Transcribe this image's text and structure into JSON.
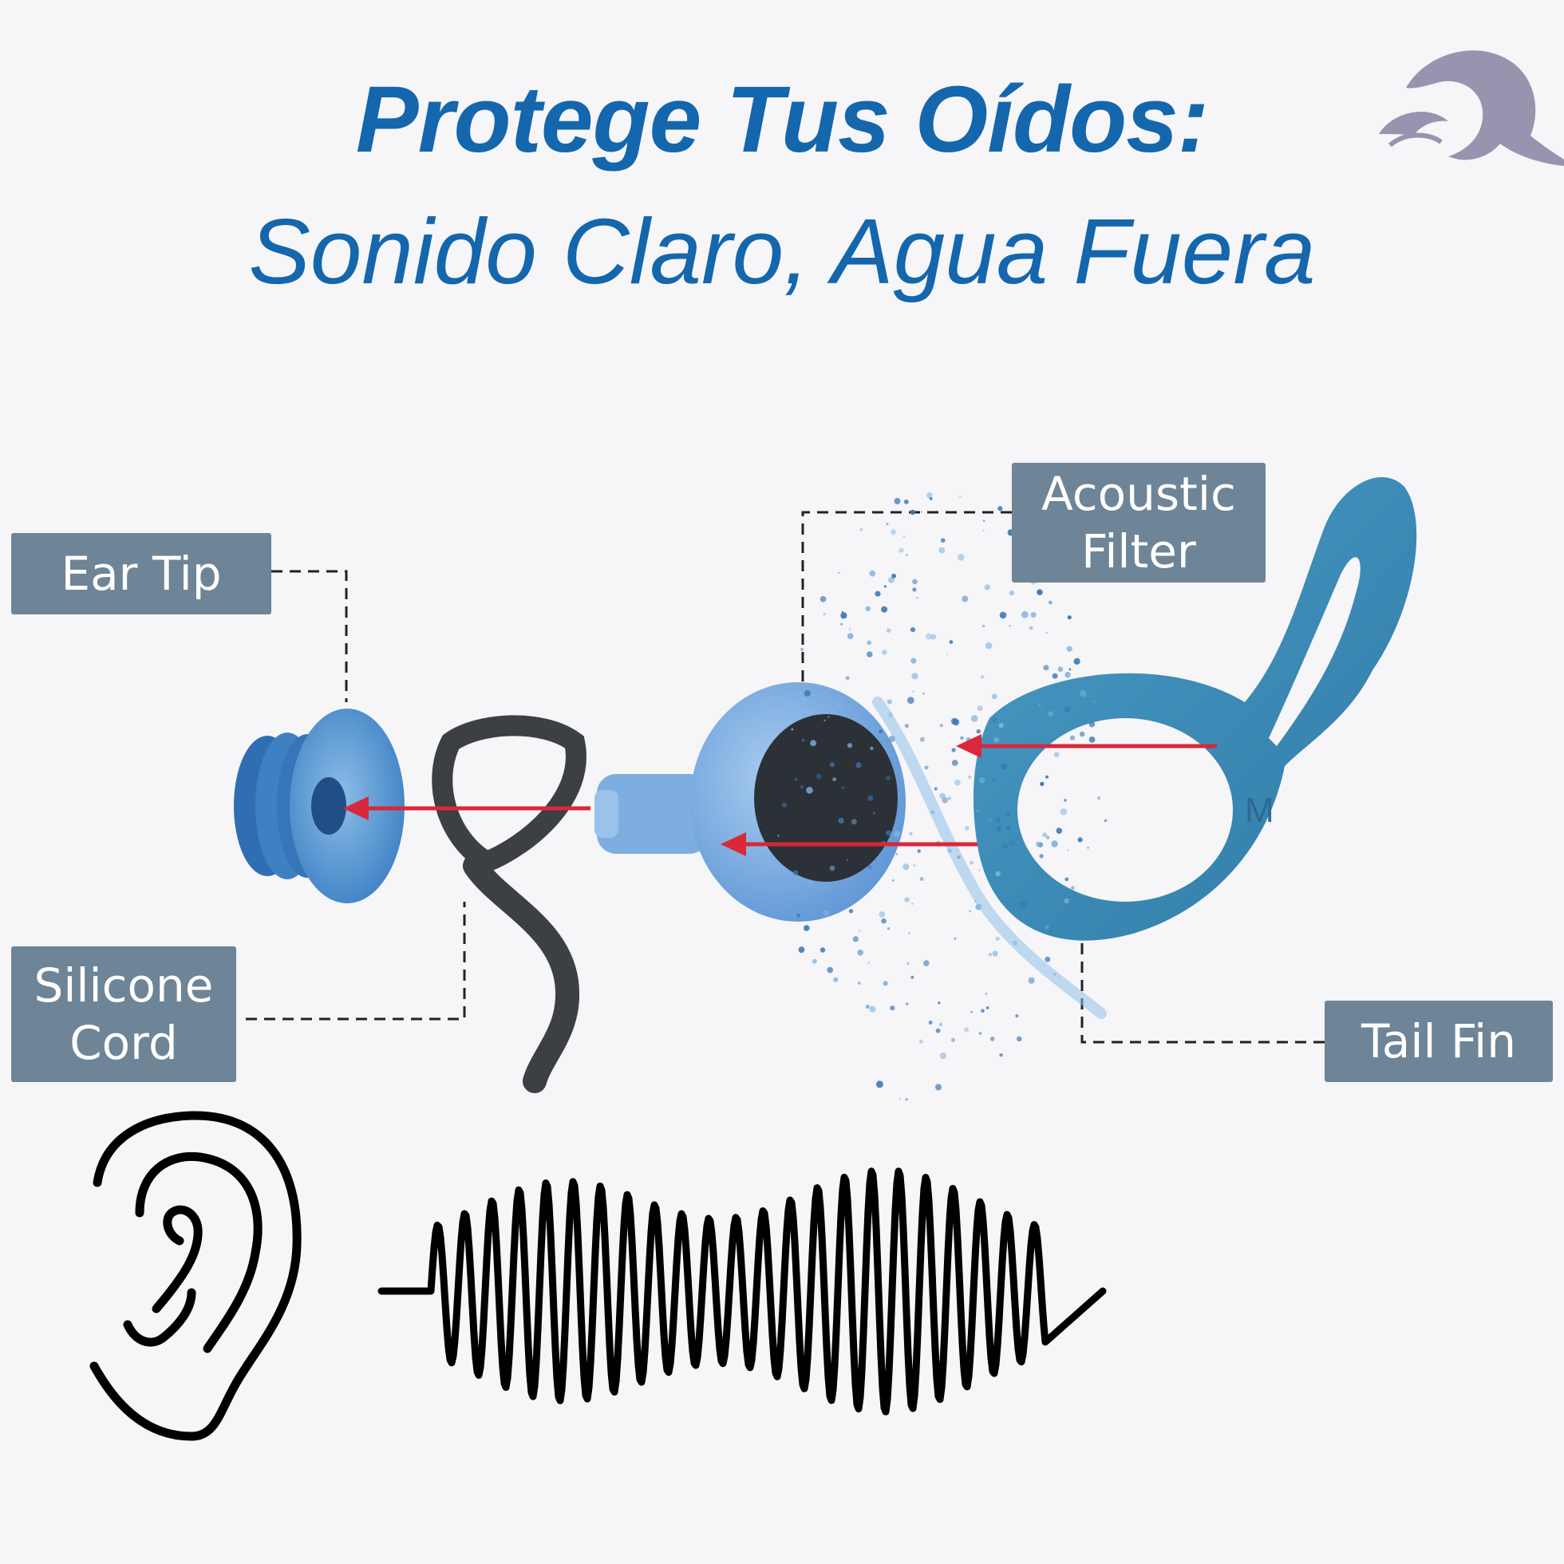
{
  "header": {
    "title": "Protege Tus Oídos:",
    "subtitle": "Sonido Claro, Agua Fuera"
  },
  "brand": {
    "logo_icon": "wave-logo-icon",
    "logo_color": "#9a93b0"
  },
  "diagram": {
    "labels": {
      "ear_tip": "Ear Tip",
      "acoustic_filter_line1": "Acoustic",
      "acoustic_filter_line2": "Filter",
      "silicone_cord_line1": "Silicone",
      "silicone_cord_line2": "Cord",
      "tail_fin": "Tail Fin"
    },
    "size_mark": "M",
    "colors": {
      "label_bg": "#6e8497",
      "tail_fin": "#3f8fb8",
      "earplug": "#6fa6dd",
      "cord": "#3c3f43",
      "arrow": "#d8283a",
      "title": "#1466ad"
    }
  },
  "icons": {
    "ear": "ear-icon",
    "sound_wave": "sound-wave-icon"
  }
}
